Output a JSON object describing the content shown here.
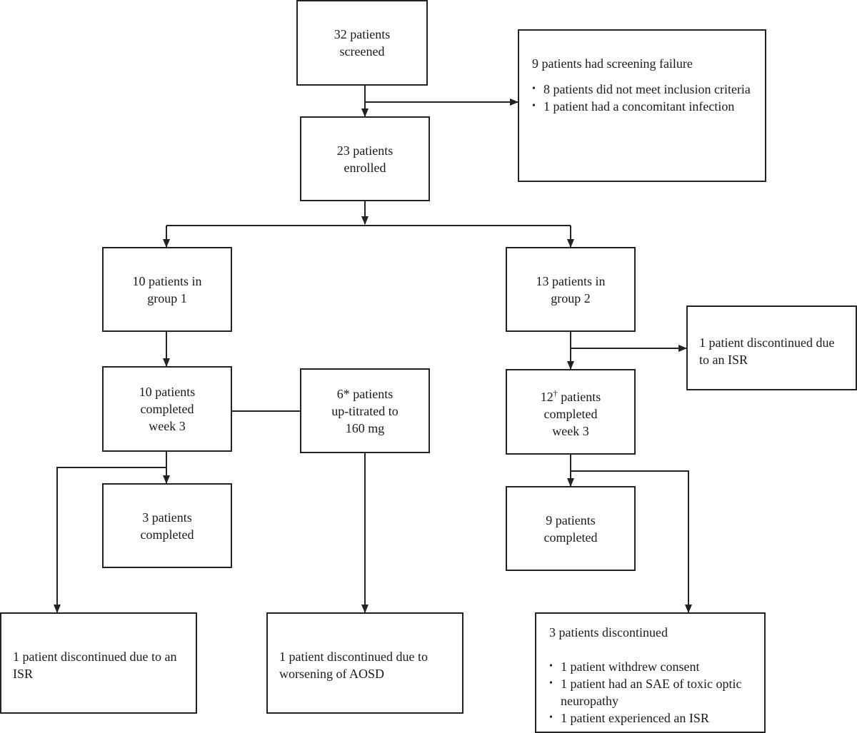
{
  "screened": {
    "line1": "32 patients",
    "line2": "screened"
  },
  "screening_failure": {
    "title": "9 patients had screening failure",
    "bullets": [
      "8 patients did not meet inclusion criteria",
      "1 patient had a concomitant infection"
    ]
  },
  "enrolled": {
    "line1": "23 patients",
    "line2": "enrolled"
  },
  "group1": {
    "line1": "10 patients in",
    "line2": "group 1"
  },
  "group2": {
    "line1": "13 patients in",
    "line2": "group 2"
  },
  "group1_week3": {
    "line1": "10 patients",
    "line2": "completed",
    "line3": "week 3"
  },
  "uptitrated": {
    "line1": "6* patients",
    "line2": "up-titrated to",
    "line3": "160 mg"
  },
  "group2_discontinued": {
    "text": "1 patient discontinued due to an ISR"
  },
  "group2_week3": {
    "count": "12",
    "mark": "†",
    "line1_rest": " patients",
    "line2": "completed",
    "line3": "week 3"
  },
  "group1_completed": {
    "line1": "3 patients",
    "line2": "completed"
  },
  "group2_completed": {
    "line1": "9 patients",
    "line2": "completed"
  },
  "group1_discontinued": {
    "text": "1 patient discontinued due to an ISR"
  },
  "uptitrated_discontinued": {
    "text": "1 patient discontinued due to worsening of AOSD"
  },
  "group2_final_discontinued": {
    "title": "3 patients discontinued",
    "bullets": [
      "1 patient withdrew consent",
      "1 patient had an SAE of toxic optic neuropathy",
      "1 patient experienced an ISR"
    ]
  }
}
